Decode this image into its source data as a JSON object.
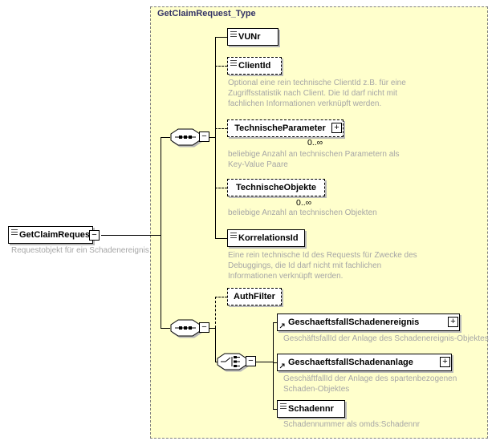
{
  "colors": {
    "container_bg": "#FFFFCC",
    "container_border": "#808080",
    "annotation_text": "#A6A6A6",
    "title_text": "#333366",
    "line": "#000000",
    "shadow": "#B9B9B9"
  },
  "icons": {
    "collapse_glyph": "−",
    "expand_glyph": "+"
  },
  "root": {
    "label": "GetClaimRequest",
    "annotation": "Requestobjekt für ein Schadenereignis"
  },
  "type_box": {
    "label": "GetClaimRequest_Type"
  },
  "elements": {
    "vunr": {
      "label": "VUNr"
    },
    "client_id": {
      "label": "ClientId",
      "annotation": "Optional eine rein technische ClientId z.B. für eine\nZugriffsstatistik nach Client. Die Id darf nicht mit\nfachlichen Informationen verknüpft werden."
    },
    "technische_parameter": {
      "label": "TechnischeParameter",
      "occurrence": "0..∞",
      "annotation": "beliebige Anzahl an technischen Parametern als\nKey-Value Paare"
    },
    "technische_objekte": {
      "label": "TechnischeObjekte",
      "occurrence": "0..∞",
      "annotation": "beliebige Anzahl an technischen Objekten"
    },
    "korrelations_id": {
      "label": "KorrelationsId",
      "annotation": "Eine rein technische Id des Requests für Zwecke des\nDebuggings, die Id darf nicht mit fachlichen\nInformationen verknüpft werden."
    },
    "auth_filter": {
      "label": "AuthFilter"
    },
    "geschaeftsfall_schadenereignis": {
      "label": "GeschaeftsfallSchadenereignis",
      "annotation": "GeschäftsfallId der Anlage des Schadenereignis-Objektes"
    },
    "geschaeftsfall_schadenanlage": {
      "label": "GeschaeftsfallSchadenanlage",
      "annotation": "GeschäftfallId der Anlage des spartenbezogenen\nSchaden-Objektes"
    },
    "schadennr": {
      "label": "Schadennr",
      "annotation": "Schadennummer als omds:Schadennr"
    }
  }
}
